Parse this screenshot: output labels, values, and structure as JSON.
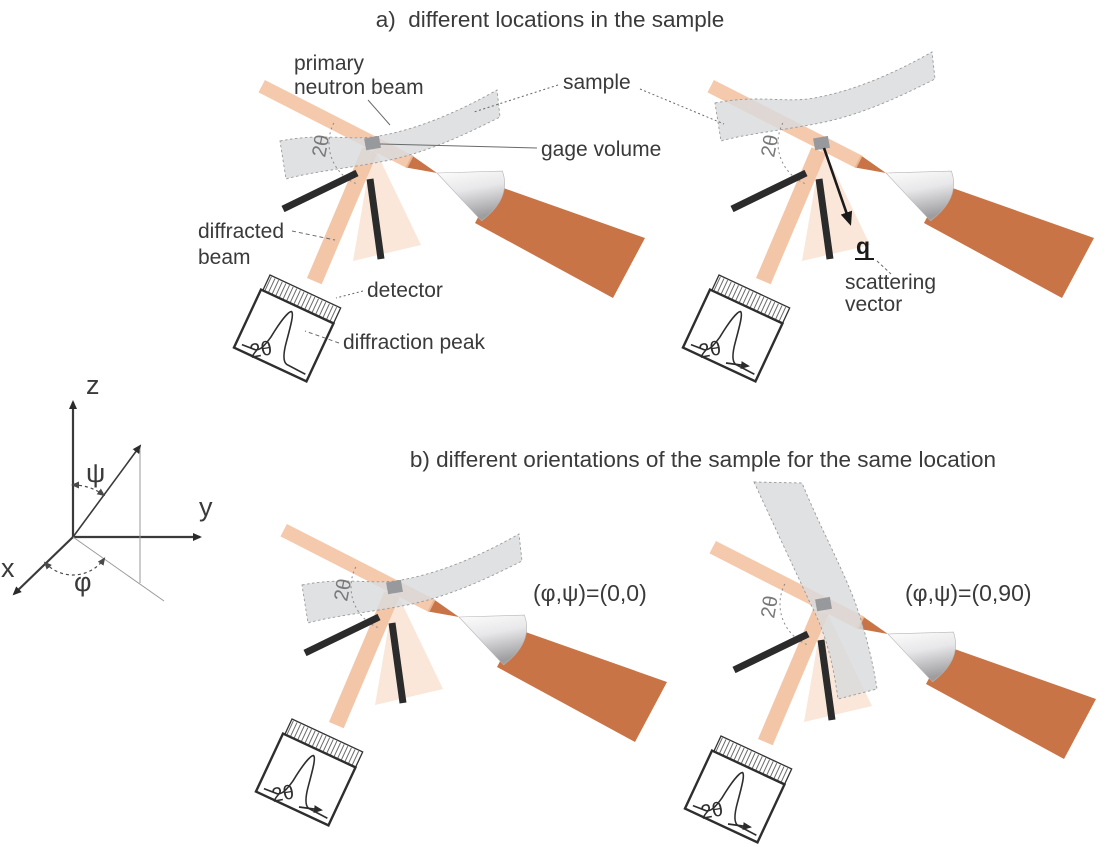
{
  "titles": {
    "panel_a": "a)  different locations in the sample",
    "panel_b": "b) different orientations of the sample for the same location"
  },
  "labels": {
    "primary_line1": "primary",
    "primary_line2": "neutron beam",
    "sample": "sample",
    "gage_volume": "gage volume",
    "diffracted_line1": "diffracted",
    "diffracted_line2": "beam",
    "detector": "detector",
    "diffraction_peak": "diffraction peak",
    "two_theta": "2θ",
    "q_symbol": "q",
    "scattering_line1": "scattering",
    "scattering_line2": "vector"
  },
  "orientations": {
    "left": "(φ,ψ)=(0,0)",
    "right": "(φ,ψ)=(0,90)"
  },
  "axes": {
    "x": "x",
    "y": "y",
    "z": "z",
    "psi": "ψ",
    "phi": "φ"
  },
  "colors": {
    "beam_dark": "#c97446",
    "beam_light": "#f2bf9d",
    "beam_faint": "#f5cfb3",
    "sample_gray": "#d9dadc",
    "gage_gray": "#97999c",
    "collimator_black": "#2b2b2b",
    "text": "#3a3a3a"
  }
}
